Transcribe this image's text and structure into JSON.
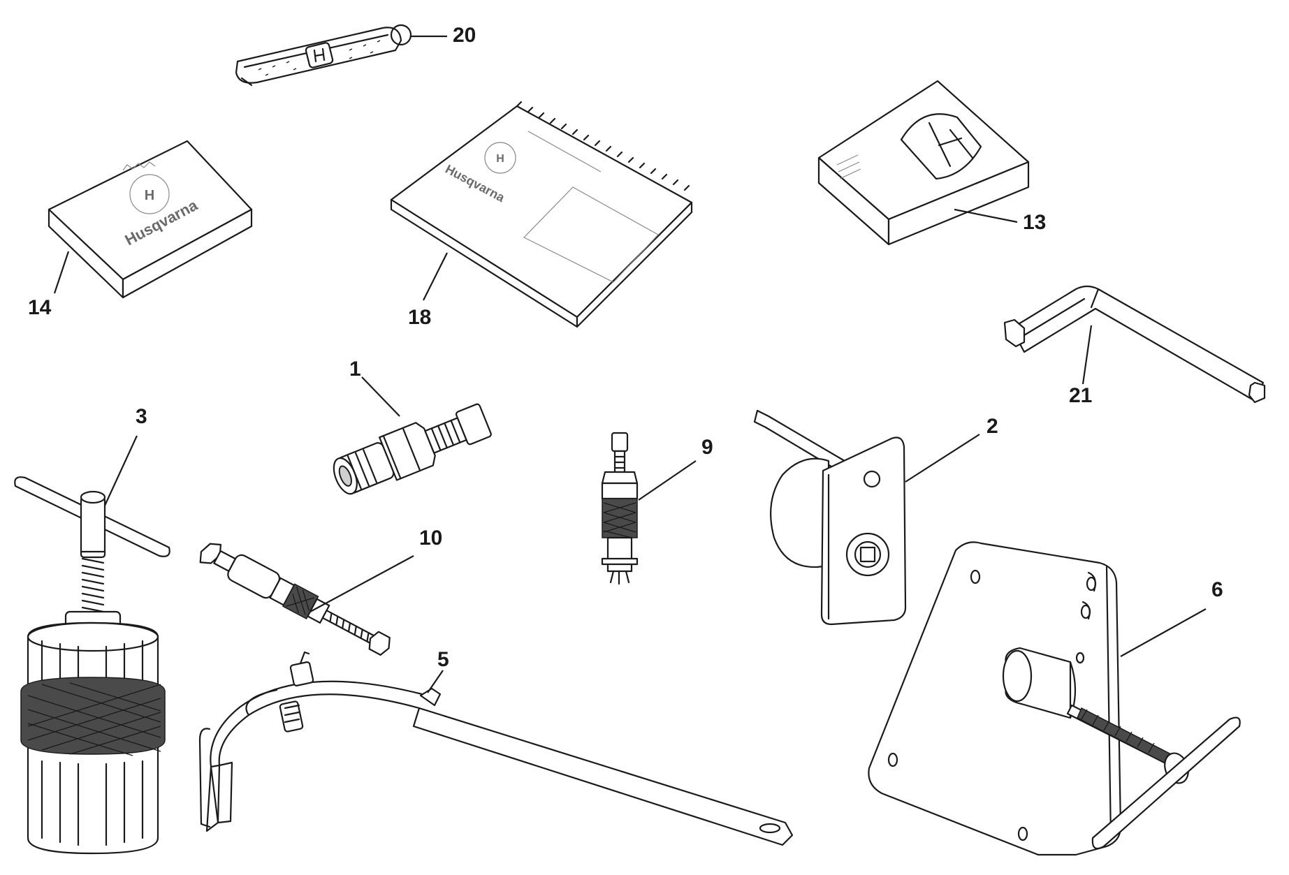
{
  "diagram": {
    "callouts": [
      "20",
      "14",
      "18",
      "13",
      "21",
      "1",
      "3",
      "9",
      "2",
      "10",
      "5",
      "6"
    ],
    "brand_text": "Husqvarna",
    "brand_emblem_letter": "H",
    "ink_color": "#1a1a1a",
    "background_color": "#ffffff"
  }
}
